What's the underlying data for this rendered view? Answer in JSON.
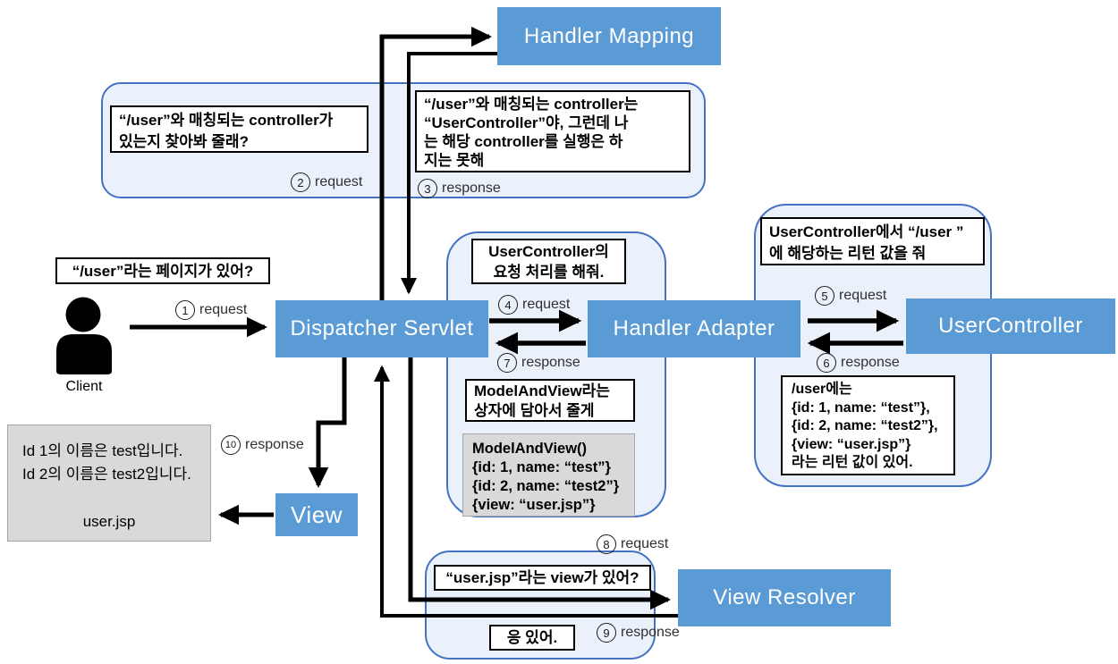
{
  "colors": {
    "box_blue": "#5B9BD5",
    "panel_fill": "#EBF1FA",
    "panel_border": "#4472C4",
    "gray_fill": "#D9D9D9",
    "arrow_black": "#000000"
  },
  "boxes": {
    "handler_mapping": "Handler Mapping",
    "dispatcher_servlet": "Dispatcher Servlet",
    "handler_adapter": "Handler Adapter",
    "user_controller": "UserController",
    "view": "View",
    "view_resolver": "View Resolver"
  },
  "client": {
    "label": "Client"
  },
  "steps": [
    {
      "num": "1",
      "label": "request"
    },
    {
      "num": "2",
      "label": "request"
    },
    {
      "num": "3",
      "label": "response"
    },
    {
      "num": "4",
      "label": "request"
    },
    {
      "num": "5",
      "label": "request"
    },
    {
      "num": "6",
      "label": "response"
    },
    {
      "num": "7",
      "label": "response"
    },
    {
      "num": "8",
      "label": "request"
    },
    {
      "num": "9",
      "label": "response"
    },
    {
      "num": "10",
      "label": "response"
    }
  ],
  "annotations": {
    "page_question": "“/user”라는 페이지가 있어?",
    "find_controller": {
      "lines": [
        "“/user”와 매칭되는 controller가",
        "있는지 찾아봐 줄래?"
      ]
    },
    "controller_response": {
      "lines": [
        "“/user”와 매칭되는 controller는",
        "“UserController”야, 그런데 나",
        "는 해당 controller를 실행은 하",
        "지는 못해"
      ]
    },
    "process_request": {
      "lines": [
        "UserController의",
        "요청 처리를 해줘."
      ]
    },
    "modelandview_note": {
      "lines": [
        "ModelAndView라는",
        "상자에 담아서 줄게"
      ]
    },
    "modelandview_code": {
      "lines": [
        "ModelAndView()",
        "{id: 1, name: “test”}",
        "{id: 2, name: “test2”}",
        "{view: “user.jsp”}"
      ]
    },
    "return_request": {
      "lines": [
        "UserController에서 “/user ”",
        "에 해당하는 리턴 값을 줘"
      ]
    },
    "return_response": {
      "lines": [
        "/user에는",
        "{id: 1, name: “test”},",
        "{id: 2, name: “test2”},",
        "{view: “user.jsp”}",
        "라는 리턴 값이 있어."
      ]
    },
    "view_question": "“user.jsp”라는 view가 있어?",
    "view_answer": "응 있어.",
    "user_jsp": {
      "lines": [
        "Id 1의 이름은 test입니다.",
        "Id 2의 이름은 test2입니다."
      ],
      "filename": "user.jsp"
    }
  }
}
